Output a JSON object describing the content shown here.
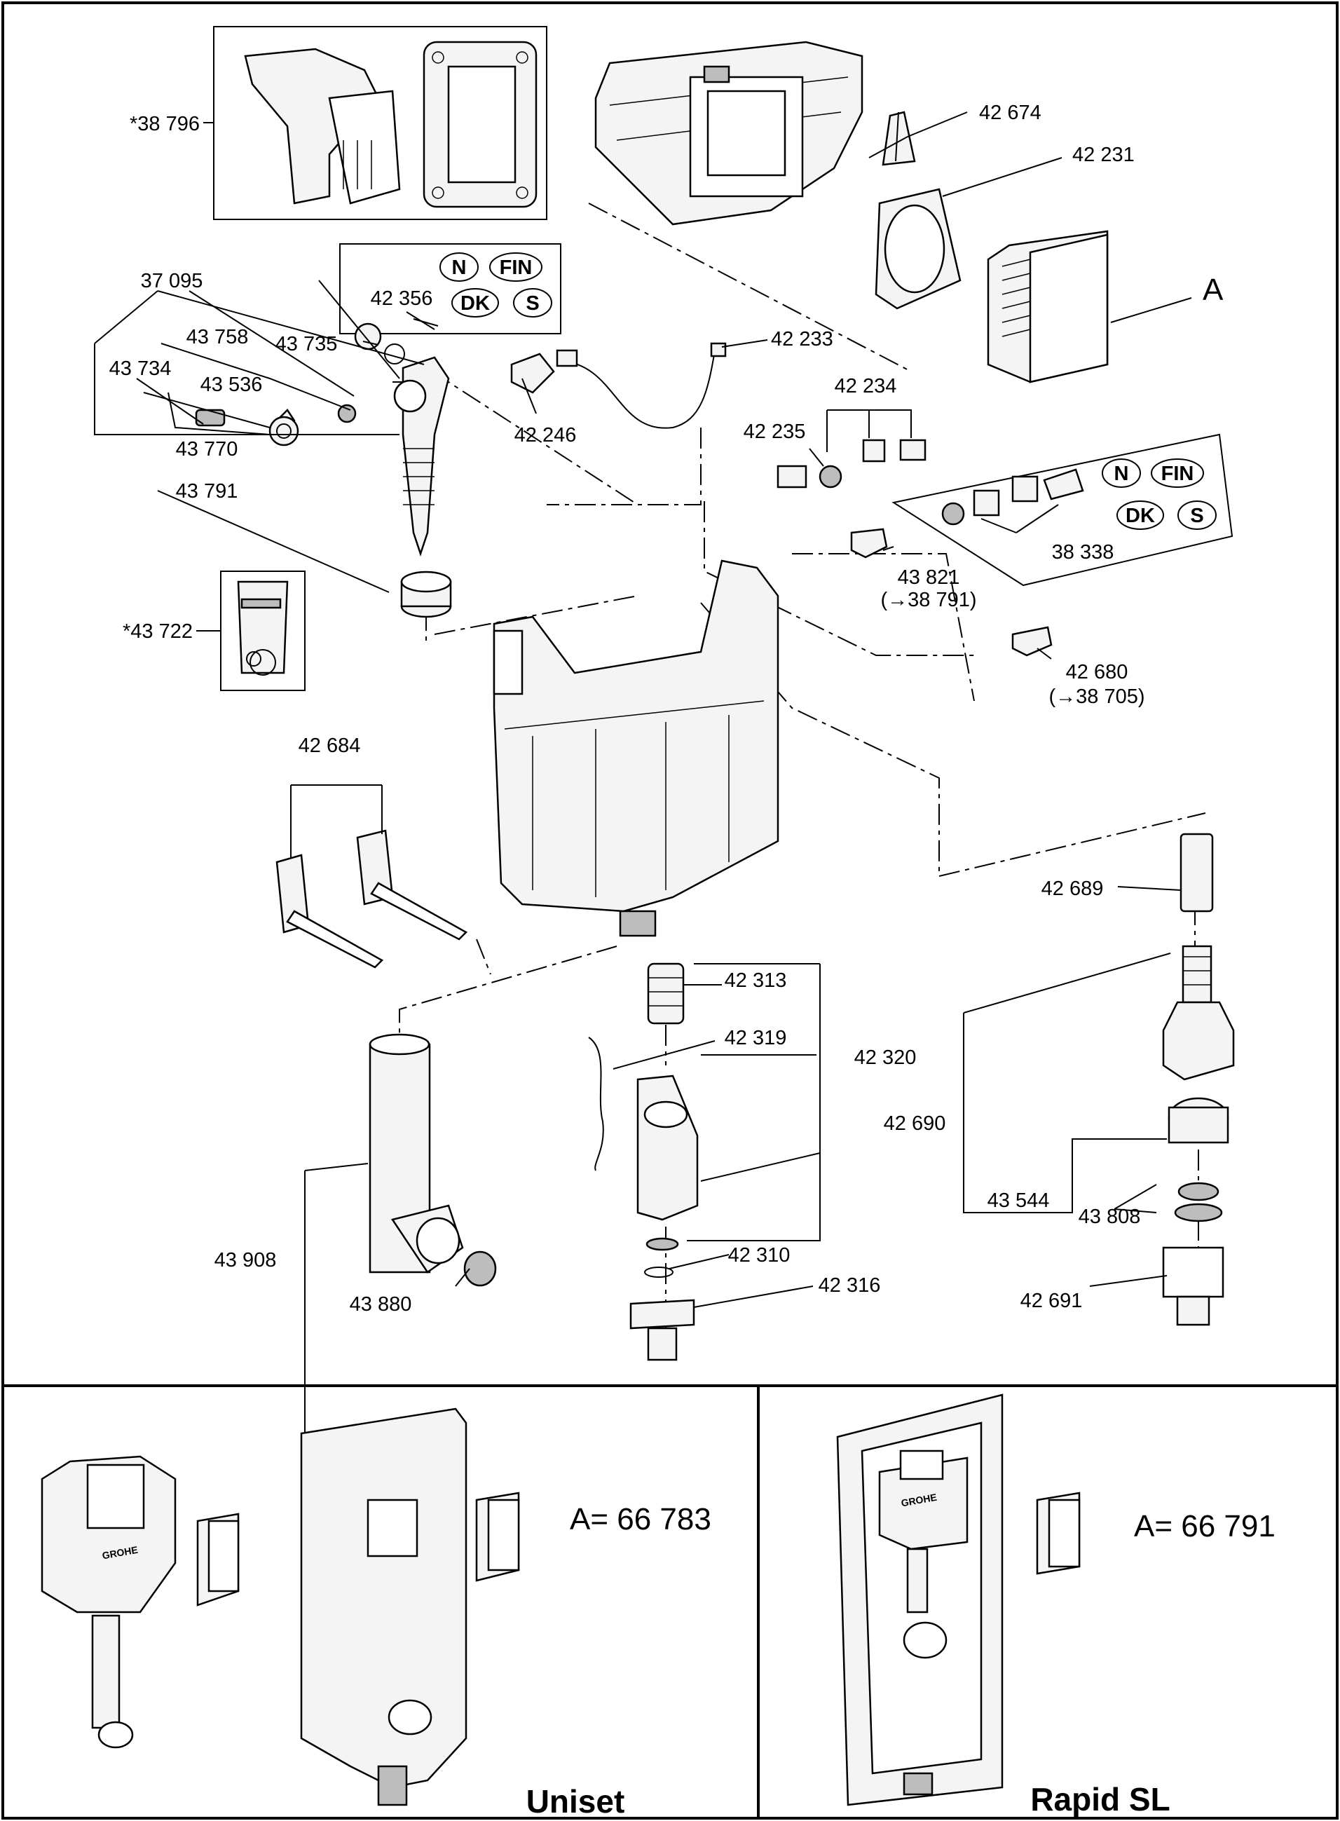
{
  "labels": {
    "p38796": "*38 796",
    "p42674": "42 674",
    "p42231": "42 231",
    "pA": "A",
    "p37095": "37 095",
    "p42356": "42 356",
    "p43758": "43 758",
    "p43735": "43 735",
    "p43734": "43 734",
    "p43536": "43 536",
    "p43770": "43 770",
    "p43791": "43 791",
    "p42246": "42 246",
    "p42233": "42 233",
    "p42234": "42 234",
    "p42235": "42 235",
    "p43821": "43 821",
    "p43821_ref": "(→38 791)",
    "p38338": "38 338",
    "p42680": "42 680",
    "p42680_ref": "(→38 705)",
    "p43722": "*43 722",
    "p42684": "42 684",
    "p42689": "42 689",
    "p42313": "42 313",
    "p42319": "42 319",
    "p42320": "42 320",
    "p42690": "42 690",
    "p43544": "43 544",
    "p43808": "43 808",
    "p43908": "43 908",
    "p43880": "43 880",
    "p42310": "42 310",
    "p42316": "42 316",
    "p42691": "42 691"
  },
  "country_badges_top": [
    "N",
    "FIN",
    "DK",
    "S"
  ],
  "country_badges_right": [
    "N",
    "FIN",
    "DK",
    "S"
  ],
  "panels": {
    "uniset": {
      "name": "Uniset",
      "code": "A= 66 783",
      "brand": "GROHE"
    },
    "rapid": {
      "name": "Rapid SL",
      "code": "A= 66 791",
      "brand": "GROHE"
    }
  }
}
